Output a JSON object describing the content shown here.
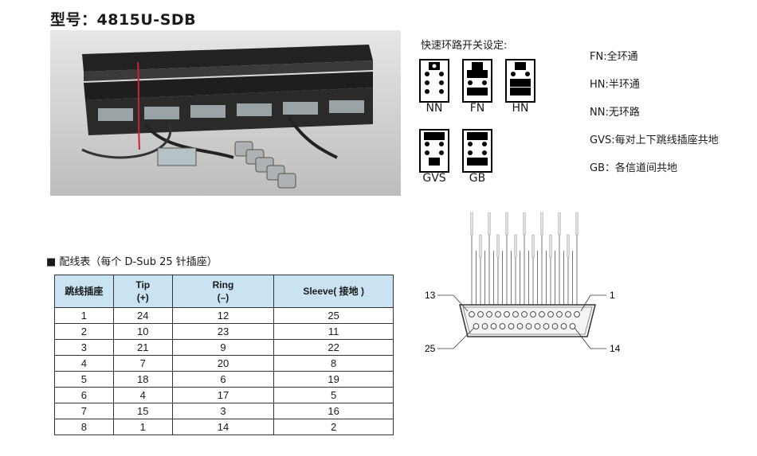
{
  "model_label": "型号：4815U-SDB",
  "quick_setting": {
    "title": "快速环路开关设定:",
    "jumpers": [
      {
        "name": "NN"
      },
      {
        "name": "FN"
      },
      {
        "name": "HN"
      },
      {
        "name": "GVS"
      },
      {
        "name": "GB"
      }
    ]
  },
  "legend": [
    "FN:全环通",
    "HN:半环通",
    "NN:无环路",
    "GVS:每对上下跳线插座共地",
    "GB：各信道间共地"
  ],
  "table": {
    "title": "■ 配线表（每个 D-Sub 25 针插座）",
    "headers": [
      {
        "line1": "跳线插座",
        "line2": ""
      },
      {
        "line1": "Tip",
        "line2": "(+)"
      },
      {
        "line1": "Ring",
        "line2": "(–)"
      },
      {
        "line1": "Sleeve( 接地 )",
        "line2": ""
      }
    ],
    "rows": [
      [
        "1",
        "24",
        "12",
        "25"
      ],
      [
        "2",
        "10",
        "23",
        "11"
      ],
      [
        "3",
        "21",
        "9",
        "22"
      ],
      [
        "4",
        "7",
        "20",
        "8"
      ],
      [
        "5",
        "18",
        "6",
        "19"
      ],
      [
        "6",
        "4",
        "17",
        "5"
      ],
      [
        "7",
        "15",
        "3",
        "16"
      ],
      [
        "8",
        "1",
        "14",
        "2"
      ]
    ]
  },
  "pinout": {
    "pin13": "13",
    "pin1": "1",
    "pin25": "25",
    "pin14": "14"
  }
}
